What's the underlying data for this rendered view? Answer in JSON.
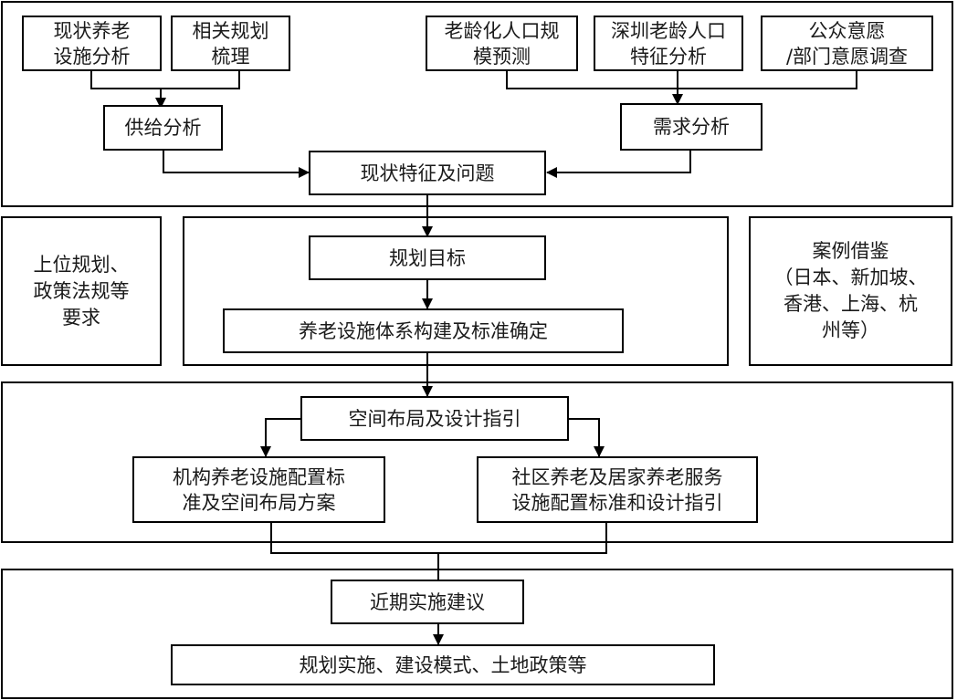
{
  "diagram": {
    "section1": {
      "inputs_supply": [
        "现状养老\n设施分析",
        "相关规划\n梳理"
      ],
      "inputs_demand": [
        "老龄化人口规\n模预测",
        "深圳老龄人口\n特征分析",
        "公众意愿\n/部门意愿调查"
      ],
      "supply": "供给分析",
      "demand": "需求分析",
      "current": "现状特征及问题"
    },
    "section2": {
      "left_side": "上位规划、\n政策法规等\n要求",
      "goal": "规划目标",
      "system": "养老设施体系构建及标准确定",
      "right_side": "案例借鉴\n（日本、新加坡、\n香港、上海、杭\n州等）"
    },
    "section3": {
      "layout": "空间布局及设计指引",
      "institution": "机构养老设施配置标\n准及空间布局方案",
      "community": "社区养老及居家养老服务\n设施配置标准和设计指引"
    },
    "section4": {
      "nearterm": "近期实施建议",
      "implementation": "规划实施、建设模式、土地政策等"
    }
  }
}
